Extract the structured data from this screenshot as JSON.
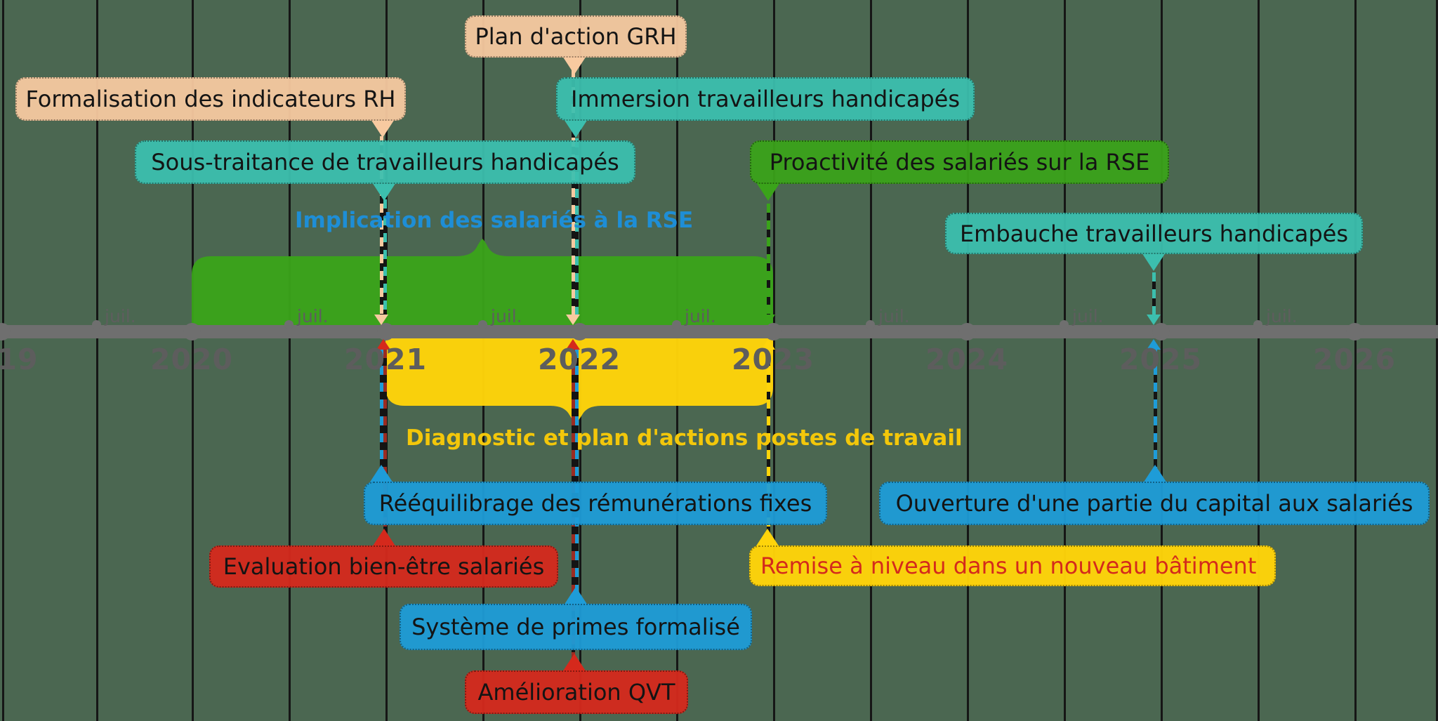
{
  "axis": {
    "years": [
      "19",
      "2020",
      "2021",
      "2022",
      "2023",
      "2024",
      "2025",
      "2026"
    ],
    "mid_label": "juil."
  },
  "braces": {
    "green": {
      "label": "Implication des salariés à la RSE",
      "from": "2020",
      "to": "2023",
      "color": "#3aa31a",
      "label_color": "#1e8ed6"
    },
    "yellow": {
      "label": "Diagnostic et plan d'actions postes de travail",
      "from": "2021",
      "to": "2023",
      "color": "#ffd40a",
      "label_color": "#f3c70a"
    }
  },
  "events": [
    {
      "label": "Plan d'action GRH",
      "year": "2022",
      "side": "above",
      "color": "#f8caa0"
    },
    {
      "label": "Formalisation des indicateurs RH",
      "year": "2021",
      "side": "above",
      "color": "#f8caa0"
    },
    {
      "label": "Immersion travailleurs handicapés",
      "year": "2022",
      "side": "above",
      "color": "#3cbfae"
    },
    {
      "label": "Sous-traitance de travailleurs handicapés",
      "year": "2021",
      "side": "above",
      "color": "#3cbfae"
    },
    {
      "label": "Proactivité des salariés sur la RSE",
      "year": "2023",
      "side": "above",
      "color": "#3aa31a"
    },
    {
      "label": "Embauche travailleurs handicapés",
      "year": "2025",
      "side": "above",
      "color": "#3cbfae"
    },
    {
      "label": "Rééquilibrage des rémunérations fixes",
      "year": "2021",
      "side": "below",
      "color": "#1e9cd8"
    },
    {
      "label": "Ouverture d'une partie du capital aux salariés",
      "year": "2025",
      "side": "below",
      "color": "#1e9cd8"
    },
    {
      "label": "Evaluation bien-être salariés",
      "year": "2021",
      "side": "below",
      "color": "#d5291c"
    },
    {
      "label": "Remise à niveau dans un nouveau bâtiment",
      "year": "2023",
      "side": "below",
      "color": "#ffd40a",
      "text_color": "#d42a1c"
    },
    {
      "label": "Système de primes formalisé",
      "year": "2022",
      "side": "below",
      "color": "#1e9cd8"
    },
    {
      "label": "Amélioration QVT",
      "year": "2022",
      "side": "below",
      "color": "#d5291c"
    }
  ],
  "colors": {
    "background": "#4b6751",
    "grid": "#161616",
    "axis": "#6f6f6f",
    "peach": "#f8caa0",
    "teal": "#3cbfae",
    "green": "#3aa31a",
    "blue": "#1e9cd8",
    "red": "#d5291c",
    "yellow": "#ffd40a",
    "bluetext": "#1e8ed6",
    "yellowtext": "#f3c70a",
    "redtext": "#d42a1c"
  }
}
